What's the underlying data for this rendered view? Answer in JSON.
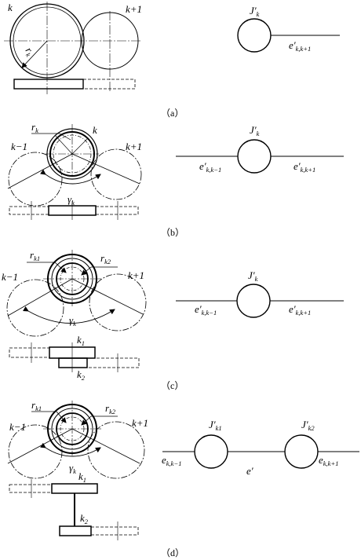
{
  "panels": {
    "a": {
      "caption": "（a）",
      "gear_label_k": "k",
      "gear_label_k1": "k+1",
      "radius_label": "r",
      "radius_sub": "k",
      "node_label": "J′",
      "node_sub": "k",
      "edge_label": "e′",
      "edge_sub": "k,k+1"
    },
    "b": {
      "caption": "（b）",
      "label_r": "r",
      "label_r_sub": "k",
      "label_k": "k",
      "label_km1": "k−1",
      "label_kp1": "k+1",
      "label_gamma": "γ",
      "label_gamma_sub": "k",
      "node_label": "J′",
      "node_sub": "k",
      "edge_left": "e′",
      "edge_left_sub": "k,k−1",
      "edge_right": "e′",
      "edge_right_sub": "k,k+1"
    },
    "c": {
      "caption": "（c）",
      "label_rk1": "r",
      "label_rk1_sub": "k1",
      "label_rk2": "r",
      "label_rk2_sub": "k2",
      "label_km1": "k−1",
      "label_kp1": "k+1",
      "label_gamma": "γ",
      "label_gamma_sub": "k",
      "label_k1": "k",
      "label_k1_sub": "1",
      "label_k2": "k",
      "label_k2_sub": "2",
      "node_label": "J′",
      "node_sub": "k",
      "edge_left": "e′",
      "edge_left_sub": "k,k−1",
      "edge_right": "e′",
      "edge_right_sub": "k,k+1"
    },
    "d": {
      "caption": "（d）",
      "label_rk1": "r",
      "label_rk1_sub": "k1",
      "label_rk2": "r",
      "label_rk2_sub": "k2",
      "label_km1": "k−1",
      "label_kp1": "k+1",
      "label_gamma": "γ",
      "label_gamma_sub": "k",
      "label_k1": "k",
      "label_k1_sub": "1",
      "label_k2": "k",
      "label_k2_sub": "2",
      "node1_label": "J′",
      "node1_sub": "k1",
      "node2_label": "J′",
      "node2_sub": "k2",
      "edge_left": "e",
      "edge_left_sub": "k,k−1",
      "edge_mid": "e′",
      "edge_right": "e",
      "edge_right_sub": "k,k+1"
    }
  }
}
